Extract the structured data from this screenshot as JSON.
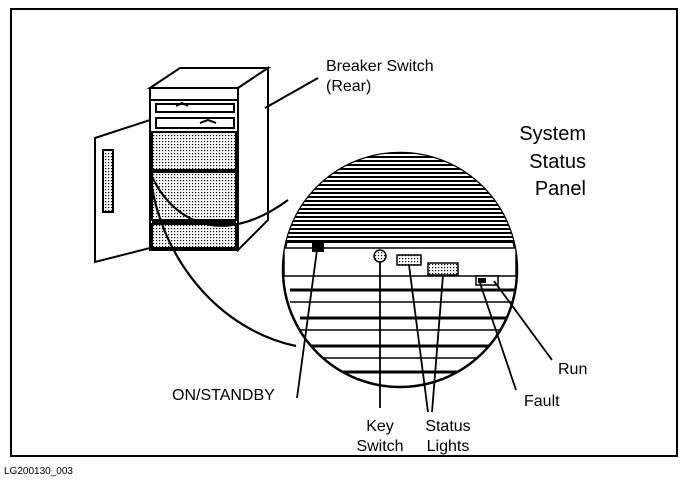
{
  "figure_id": "LG200130_003",
  "labels": {
    "breaker_switch": "Breaker Switch",
    "breaker_switch_sub": "(Rear)",
    "panel_line1": "System",
    "panel_line2": "Status",
    "panel_line3": "Panel",
    "on_standby": "ON/STANDBY",
    "key_line1": "Key",
    "key_line2": "Switch",
    "status_line1": "Status",
    "status_line2": "Lights",
    "fault": "Fault",
    "run": "Run"
  },
  "colors": {
    "ink": "#000000",
    "paper": "#ffffff"
  }
}
